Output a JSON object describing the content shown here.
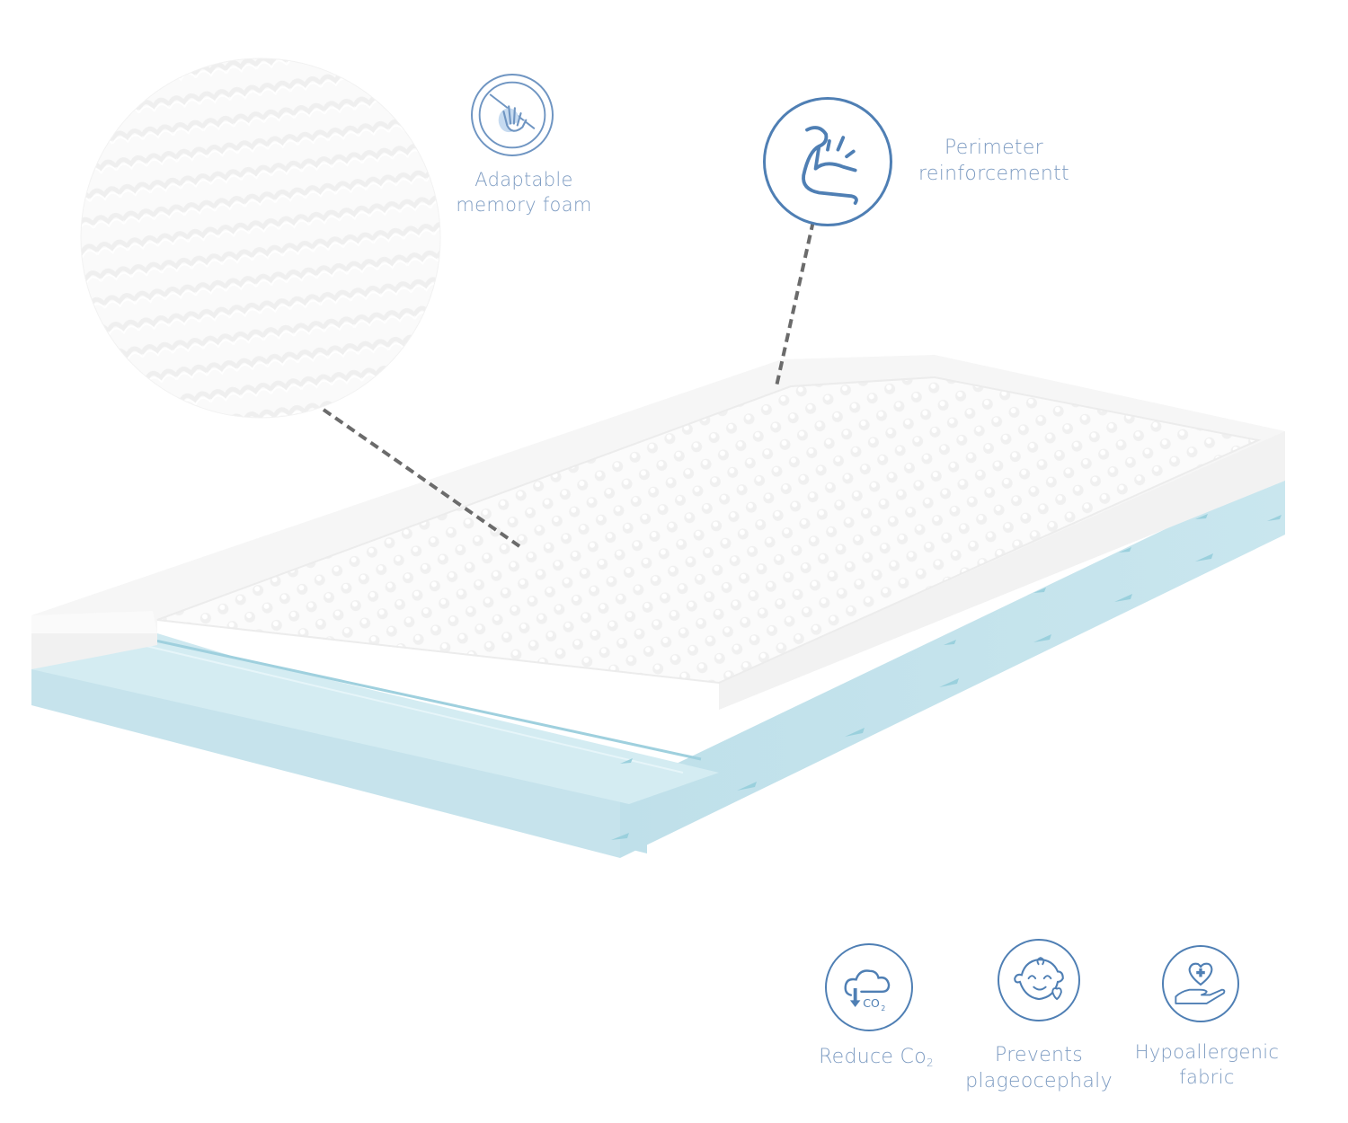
{
  "colors": {
    "accent_blue": "#4f7fb4",
    "label_blue": "#7e9cc2",
    "leader_line": "#6b6b6b",
    "foam_white": "#f7f7f7",
    "foam_blue": "#c5e4ec",
    "foam_blue_dark": "#a9d3df",
    "background": "#ffffff"
  },
  "callouts": {
    "memory_foam": {
      "icon": "hand-press-icon",
      "line1": "Adaptable",
      "line2": "memory foam"
    },
    "perimeter": {
      "icon": "flexed-arm-icon",
      "line1": "Perimeter",
      "line2": "reinforcementt"
    }
  },
  "features": [
    {
      "icon": "cloud-co2-down-icon",
      "line1": "Reduce Co",
      "subscript": "2",
      "line2": ""
    },
    {
      "icon": "baby-face-icon",
      "line1": "Prevents",
      "line2": "plageocephaly"
    },
    {
      "icon": "hand-heart-cross-icon",
      "line1": "Hypoallergenic",
      "line2": "fabric"
    }
  ],
  "product": {
    "name": "mattress-with-eggcrate-memory-foam",
    "detail_zoom": "foam-texture-closeup"
  }
}
